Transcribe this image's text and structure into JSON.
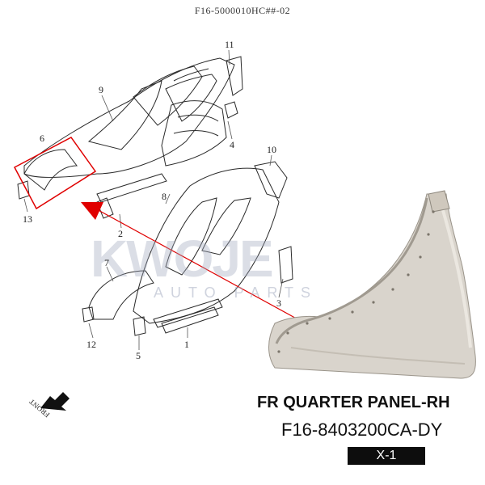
{
  "header": {
    "drawing_code": "F16-5000010HC##-02"
  },
  "callouts": {
    "c1": "1",
    "c2": "2",
    "c3": "3",
    "c4": "4",
    "c5": "5",
    "c6": "6",
    "c7": "7",
    "c8": "8",
    "c9": "9",
    "c10": "10",
    "c11": "11",
    "c12": "12",
    "c13": "13"
  },
  "watermark": {
    "brand": "KWOJE",
    "sub": "AUTO PARTS"
  },
  "front_label": "FRONT",
  "part": {
    "name": "FR QUARTER PANEL-RH",
    "number": "F16-8403200CA-DY",
    "badge": "X-1"
  },
  "colors": {
    "highlight": "#e00000",
    "panel_fill": "#d9d4cc",
    "line": "#2a2a2a"
  }
}
